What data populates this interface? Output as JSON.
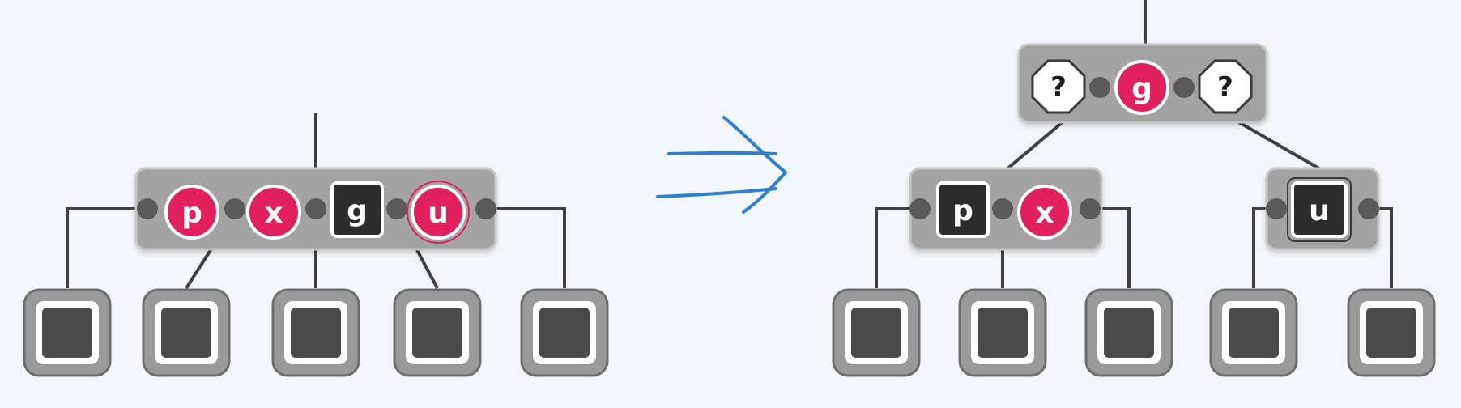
{
  "before": {
    "node_keys": [
      "p",
      "x",
      "g",
      "u"
    ],
    "key_styles": [
      "red",
      "red",
      "black",
      "red"
    ],
    "leaf_count": 5
  },
  "after": {
    "root_keys": [
      "?",
      "g",
      "?"
    ],
    "root_key_styles": [
      "octagon",
      "red",
      "octagon"
    ],
    "left_keys": [
      "p",
      "x"
    ],
    "left_key_styles": [
      "black",
      "red"
    ],
    "right_keys": [
      "u"
    ],
    "right_key_styles": [
      "black"
    ],
    "leaf_count": 5
  },
  "colors": {
    "background": "#f3f6fa",
    "node_fill": "#a3a3a3",
    "red_key": "#e0215d",
    "black_key": "#2c2c2c",
    "edge": "#404040",
    "pointer_dot": "#5a5a5a",
    "arrow": "#2f7fd0",
    "leaf_fill": "#4a4a4a"
  },
  "icons": {
    "transform_arrow": "double-arrow-icon",
    "unknown_key": "octagon-question-icon"
  }
}
